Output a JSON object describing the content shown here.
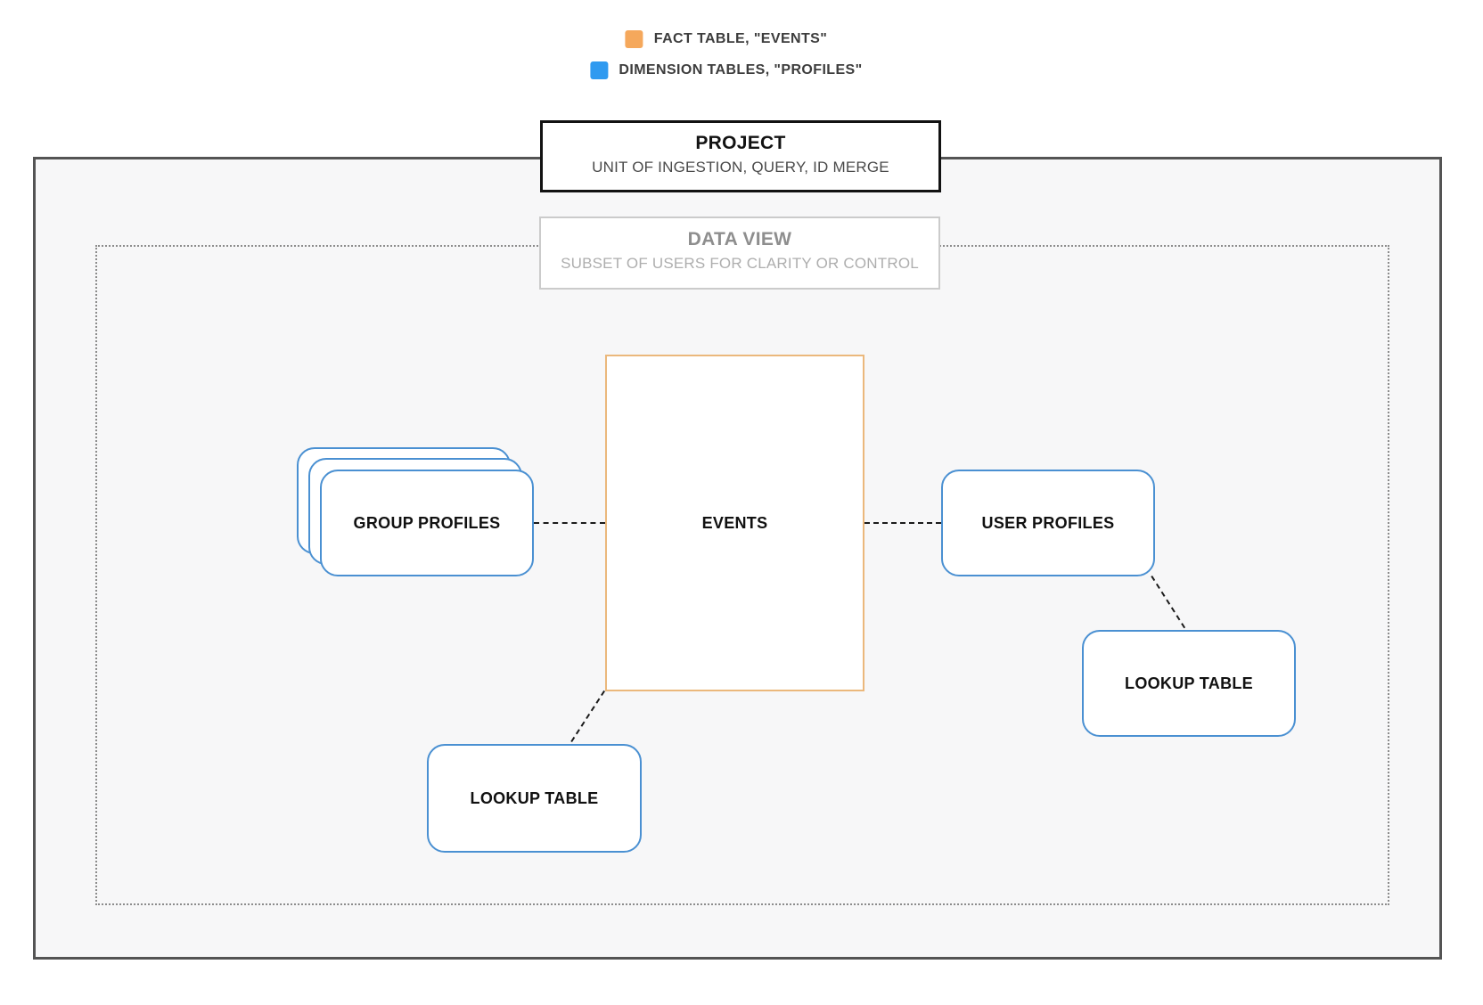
{
  "legend": {
    "items": [
      {
        "id": "fact-table",
        "label": "FACT TABLE, \"EVENTS\"",
        "swatch_color": "#F5A85C"
      },
      {
        "id": "dimension-tables",
        "label": "DIMENSION TABLES, \"PROFILES\"",
        "swatch_color": "#2F9AF0"
      }
    ]
  },
  "project_box": {
    "title": "PROJECT",
    "subtitle": "UNIT OF INGESTION, QUERY, ID MERGE"
  },
  "data_view_box": {
    "title": "DATA VIEW",
    "subtitle": "SUBSET OF USERS FOR CLARITY OR CONTROL"
  },
  "nodes": {
    "events": {
      "label": "EVENTS",
      "type": "fact"
    },
    "group_profiles": {
      "label": "GROUP PROFILES",
      "type": "dimension",
      "stacked": true
    },
    "user_profiles": {
      "label": "USER PROFILES",
      "type": "dimension"
    },
    "lookup_bottom": {
      "label": "LOOKUP TABLE",
      "type": "dimension"
    },
    "lookup_right": {
      "label": "LOOKUP TABLE",
      "type": "dimension"
    }
  },
  "connections": [
    {
      "from": "group_profiles",
      "to": "events",
      "style": "dashed"
    },
    {
      "from": "events",
      "to": "user_profiles",
      "style": "dashed"
    },
    {
      "from": "events",
      "to": "lookup_bottom",
      "style": "dashed"
    },
    {
      "from": "user_profiles",
      "to": "lookup_right",
      "style": "dashed"
    }
  ],
  "colors": {
    "fact_fill": "#F5A85C",
    "dimension_fill": "#2F9AF0",
    "fact_border": "#EBB87C",
    "dimension_border": "#4A90D2",
    "connector": "#1A1A1A",
    "outer_border": "#545454",
    "inner_dotted_border": "#8C8C8C",
    "canvas_bg": "#F7F7F8"
  }
}
